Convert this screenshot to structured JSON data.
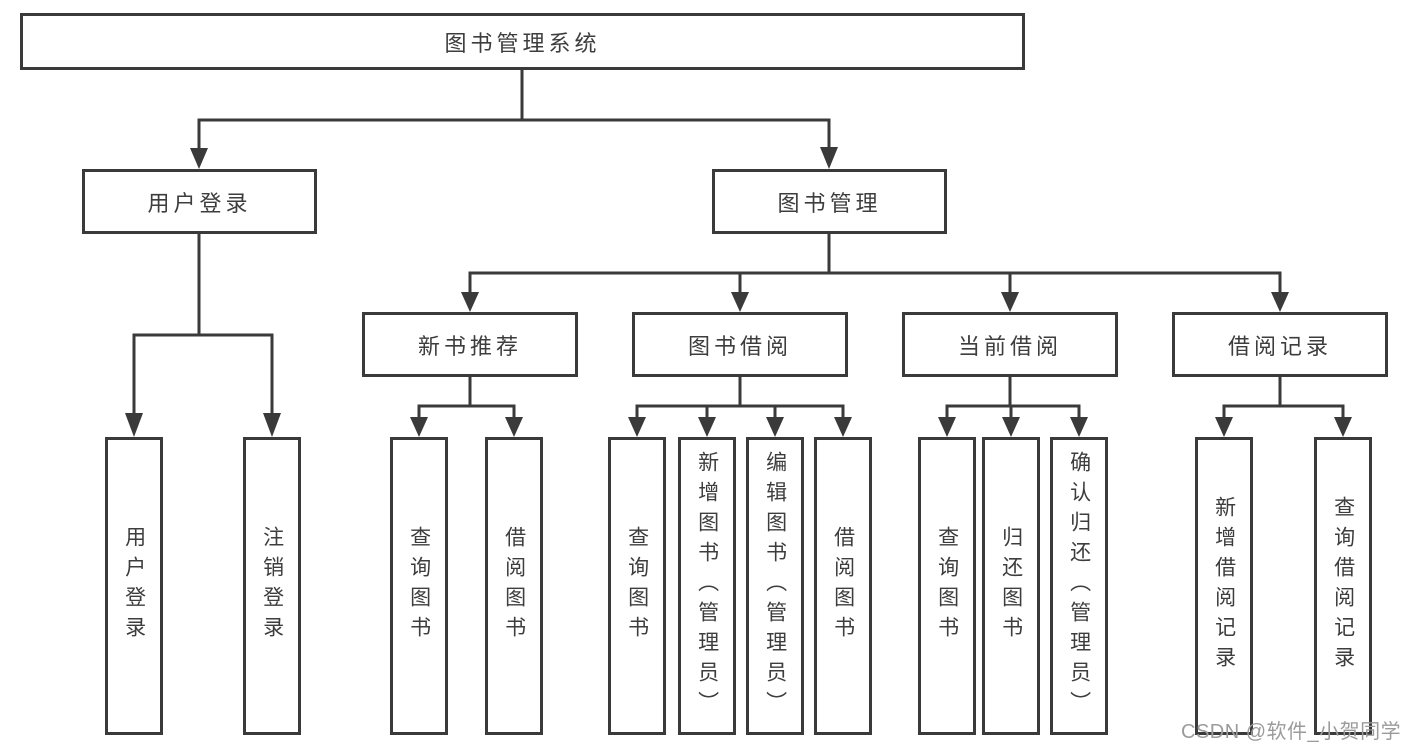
{
  "diagram": {
    "root": {
      "label": "图书管理系统"
    },
    "level2": {
      "user_login": {
        "label": "用户登录"
      },
      "book_management": {
        "label": "图书管理"
      }
    },
    "level3": {
      "new_book_recommend": {
        "label": "新书推荐"
      },
      "book_borrowing": {
        "label": "图书借阅"
      },
      "current_borrowing": {
        "label": "当前借阅"
      },
      "borrowing_records": {
        "label": "借阅记录"
      }
    },
    "leaves": {
      "user_login": {
        "label": "用户登录"
      },
      "logout": {
        "label": "注销登录"
      },
      "recommend_search_books": {
        "label": "查询图书"
      },
      "recommend_borrow_books": {
        "label": "借阅图书"
      },
      "borrowing_search_books": {
        "label": "查询图书"
      },
      "borrowing_add_books_admin": {
        "label": "新增图书（管理员）"
      },
      "borrowing_edit_books_admin": {
        "label": "编辑图书（管理员）"
      },
      "borrowing_borrow_books": {
        "label": "借阅图书"
      },
      "current_search_books": {
        "label": "查询图书"
      },
      "current_return_books": {
        "label": "归还图书"
      },
      "current_confirm_return_admin": {
        "label": "确认归还（管理员）"
      },
      "records_add_record": {
        "label": "新增借阅记录"
      },
      "records_search_record": {
        "label": "查询借阅记录"
      }
    }
  },
  "watermark": {
    "text": "CSDN @软件_小贺同学"
  },
  "colors": {
    "line": "#3a3a3a",
    "text": "#3d3d3d",
    "background": "#ffffff",
    "watermark": "#9b9b9b"
  }
}
